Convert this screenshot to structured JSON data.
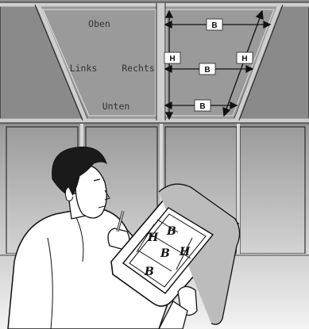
{
  "labels": {
    "top": "Oben",
    "left": "Links",
    "right": "Rechts",
    "bottom": "Unten"
  },
  "dimensions": {
    "width_symbol": "B",
    "height_symbol": "H"
  },
  "sketch": {
    "width_symbol": "B",
    "height_symbol": "H"
  },
  "colors": {
    "window_pane": "#8f8f8f",
    "frame": "#c6c6c6",
    "outline": "#111111"
  }
}
